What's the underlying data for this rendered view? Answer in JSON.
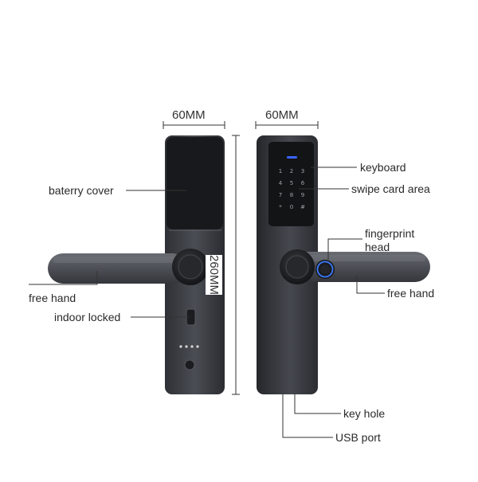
{
  "dimensions": {
    "left_width": "60MM",
    "right_width": "60MM",
    "height": "260MM"
  },
  "labels": {
    "battery_cover": "baterry cover",
    "free_hand_left": "free hand",
    "indoor_locked": "indoor locked",
    "keyboard": "keyboard",
    "swipe_card_area": "swipe card area",
    "fingerprint_line1": "fingerprint",
    "fingerprint_line2": "head",
    "free_hand_right": "free hand",
    "key_hole": "key hole",
    "usb_port": "USB port"
  },
  "keypad": {
    "keys": [
      "1",
      "2",
      "3",
      "4",
      "5",
      "6",
      "7",
      "8",
      "9",
      "*",
      "0",
      "#"
    ]
  },
  "colors": {
    "body": "#3f4248",
    "body_dark": "#2c2e33",
    "panel": "#17181b",
    "handle": "#53565c",
    "led": "#3a63ff",
    "fingerprint": "#3b7bff",
    "line": "#333333"
  }
}
